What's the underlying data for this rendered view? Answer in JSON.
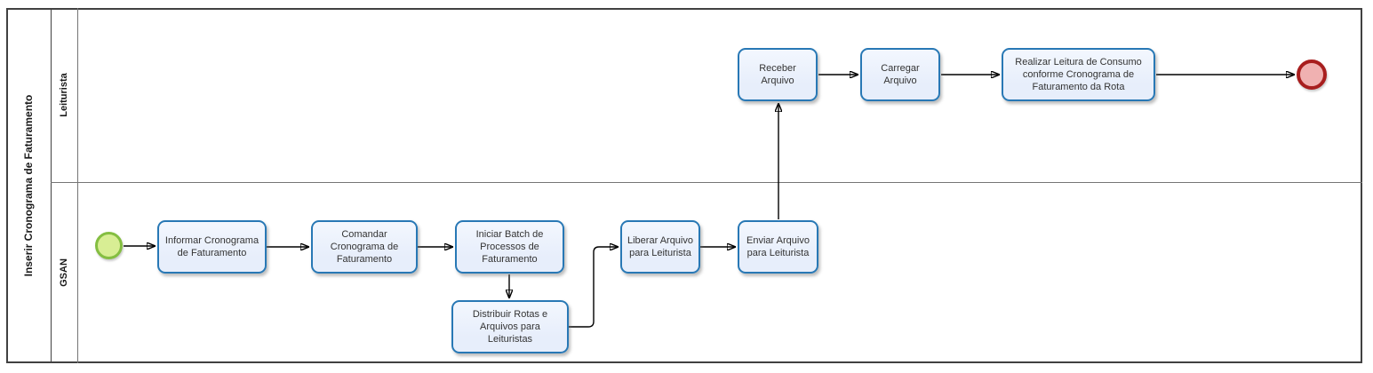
{
  "pool": {
    "title": "Inserir Cronograma de Faturamento",
    "lanes": {
      "top": "Leiturista",
      "bottom": "GSAN"
    }
  },
  "nodes": {
    "start": {
      "type": "start-event",
      "lane": "GSAN"
    },
    "informar": {
      "label": "Informar Cronograma\nde Faturamento",
      "lane": "GSAN"
    },
    "comandar": {
      "label": "Comandar\nCronograma de\nFaturamento",
      "lane": "GSAN"
    },
    "iniciar": {
      "label": "Iniciar Batch de\nProcessos de\nFaturamento",
      "lane": "GSAN"
    },
    "distribuir": {
      "label": "Distribuir  Rotas e\nArquivos para\nLeituristas",
      "lane": "GSAN"
    },
    "liberar": {
      "label": "Liberar Arquivo\npara Leiturista",
      "lane": "GSAN"
    },
    "enviar": {
      "label": "Enviar Arquivo\npara Leiturista",
      "lane": "GSAN"
    },
    "receber": {
      "label": "Receber\nArquivo",
      "lane": "Leiturista"
    },
    "carregar": {
      "label": "Carregar\nArquivo",
      "lane": "Leiturista"
    },
    "realizar": {
      "label": "Realizar Leitura de Consumo\nconforme Cronograma de\nFaturamento da Rota",
      "lane": "Leiturista"
    },
    "end": {
      "type": "end-event",
      "lane": "Leiturista"
    }
  },
  "flows": [
    {
      "from": "start",
      "to": "informar"
    },
    {
      "from": "informar",
      "to": "comandar"
    },
    {
      "from": "comandar",
      "to": "iniciar"
    },
    {
      "from": "iniciar",
      "to": "distribuir"
    },
    {
      "from": "distribuir",
      "to": "liberar"
    },
    {
      "from": "liberar",
      "to": "enviar"
    },
    {
      "from": "enviar",
      "to": "receber"
    },
    {
      "from": "receber",
      "to": "carregar"
    },
    {
      "from": "carregar",
      "to": "realizar"
    },
    {
      "from": "realizar",
      "to": "end"
    }
  ],
  "colors": {
    "task_fill": "#e7eefb",
    "task_border": "#2878b5",
    "start_fill": "#d8ee94",
    "start_border": "#84be41",
    "end_fill": "#f0b1b1",
    "end_border": "#a81e1e",
    "flow": "#000000",
    "pool_border": "#414141",
    "lane_line": "#757575",
    "text": "#333333"
  }
}
